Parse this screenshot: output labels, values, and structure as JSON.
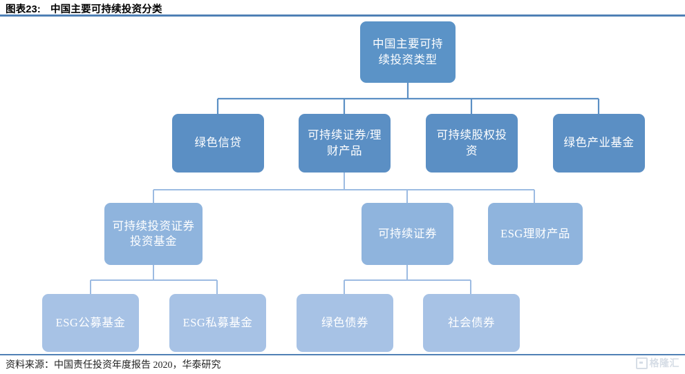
{
  "header": {
    "figure_label": "图表23:",
    "title": "中国主要可持续投资分类"
  },
  "footer": {
    "source": "资料来源：中国责任投资年度报告 2020，华泰研究",
    "watermark": "格隆汇"
  },
  "colors": {
    "rule": "#4f80b5",
    "level1_box": "#5b93c7",
    "level2_box": "#5b8fc4",
    "level3_box": "#8fb4dd",
    "level4_box": "#a7c2e5",
    "connector_dark": "#5b8fc4",
    "connector_light": "#9cbbe2",
    "node_text": "#ffffff"
  },
  "diagram": {
    "type": "tree",
    "root": {
      "id": "root",
      "label": "中国主要可持续投资类型",
      "level": 1
    },
    "level2": [
      {
        "id": "green-credit",
        "label": "绿色信贷",
        "level": 2
      },
      {
        "id": "sustainable-securities-wealth",
        "label": "可持续证券/理财产品",
        "level": 2
      },
      {
        "id": "sustainable-equity-investment",
        "label": "可持续股权投资",
        "level": 2
      },
      {
        "id": "green-industry-fund",
        "label": "绿色产业基金",
        "level": 2
      }
    ],
    "level3": [
      {
        "id": "sustainable-securities-fund",
        "label": "可持续投资证券投资基金",
        "level": 3,
        "parent": "sustainable-securities-wealth"
      },
      {
        "id": "sustainable-securities",
        "label": "可持续证券",
        "level": 3,
        "parent": "sustainable-securities-wealth"
      },
      {
        "id": "esg-wealth-product",
        "label": "ESG理财产品",
        "level": 3,
        "parent": "sustainable-securities-wealth"
      }
    ],
    "level4": [
      {
        "id": "esg-public-fund",
        "label": "ESG公募基金",
        "level": 4,
        "parent": "sustainable-securities-fund"
      },
      {
        "id": "esg-private-fund",
        "label": "ESG私募基金",
        "level": 4,
        "parent": "sustainable-securities-fund"
      },
      {
        "id": "green-bond",
        "label": "绿色债券",
        "level": 4,
        "parent": "sustainable-securities"
      },
      {
        "id": "social-bond",
        "label": "社会债券",
        "level": 4,
        "parent": "sustainable-securities"
      }
    ]
  }
}
